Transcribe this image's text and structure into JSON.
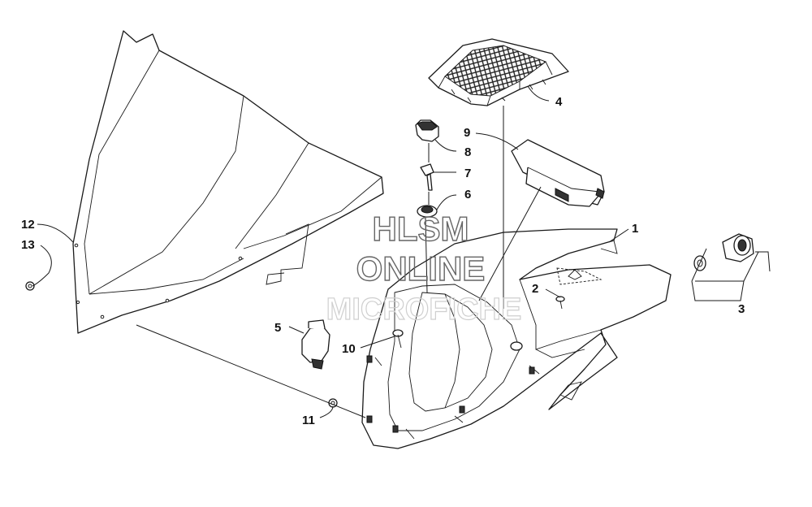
{
  "callouts": [
    "1",
    "2",
    "3",
    "4",
    "5",
    "6",
    "7",
    "8",
    "9",
    "10",
    "11",
    "12",
    "13"
  ],
  "watermark": {
    "line1": "HLSM",
    "line2": "ONLINE",
    "line3": "MICROFICHE"
  }
}
